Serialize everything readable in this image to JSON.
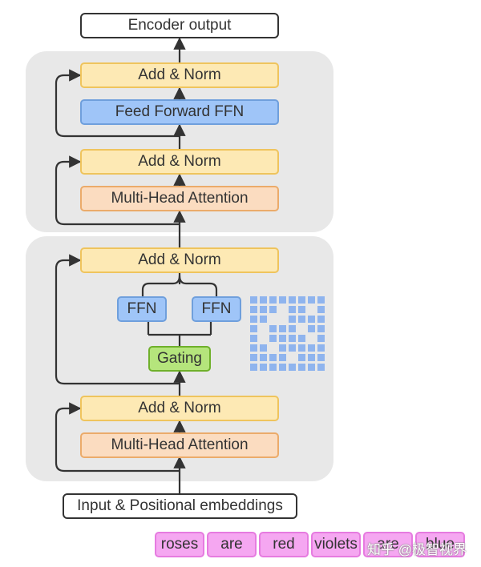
{
  "encoder_output": "Encoder output",
  "upper_block": {
    "add_norm_top": "Add & Norm",
    "ffn": "Feed Forward FFN",
    "add_norm_mid": "Add & Norm",
    "attention": "Multi-Head Attention"
  },
  "lower_block": {
    "add_norm_top": "Add & Norm",
    "expert_1": "FFN",
    "expert_2": "FFN",
    "gating": "Gating",
    "add_norm_bottom": "Add & Norm",
    "attention": "Multi-Head Attention"
  },
  "input": "Input & Positional embeddings",
  "tokens": [
    "roses",
    "are",
    "red",
    "violets",
    "are",
    "blue"
  ],
  "watermark": "知乎 @极智视界",
  "colors": {
    "panel": "#e8e8e8",
    "add_norm": "#fde9b4",
    "ffn": "#9fc5f8",
    "attention": "#fbdcc0",
    "gating": "#b5e57c",
    "token": "#f5a7f1"
  }
}
